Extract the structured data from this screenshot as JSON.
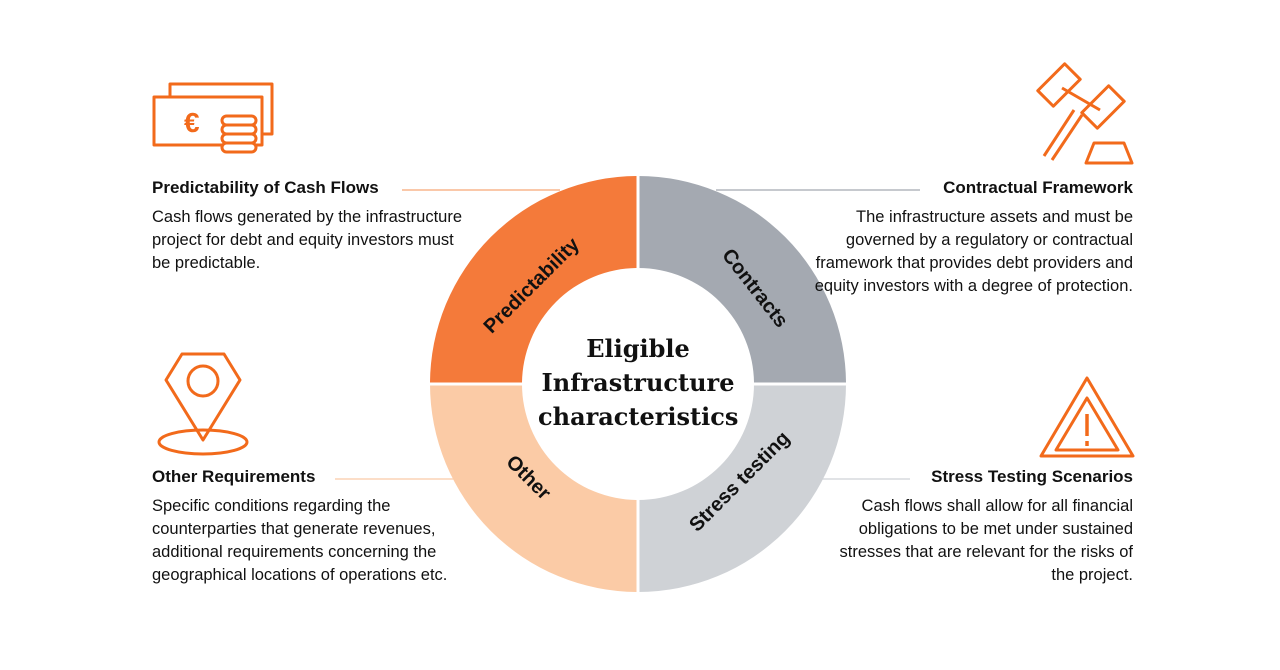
{
  "center": {
    "line1": "Eligible",
    "line2": "Infrastructure",
    "line3": "characteristics"
  },
  "segments": {
    "tl": {
      "label": "Predictability",
      "color": "#f47a3a"
    },
    "tr": {
      "label": "Contracts",
      "color": "#a4a9b1"
    },
    "br": {
      "label": "Stress testing",
      "color": "#cfd2d6"
    },
    "bl": {
      "label": "Other",
      "color": "#fbcba6"
    }
  },
  "blocks": {
    "tl": {
      "title": "Predictability of Cash Flows",
      "text": "Cash flows generated by the infrastructure project for debt and equity investors must be predictable."
    },
    "tr": {
      "title": "Contractual Framework",
      "text": "The infrastructure assets and must be governed by a regulatory or contractual framework that provides debt providers and equity investors with a degree of protection."
    },
    "bl": {
      "title": "Other Requirements",
      "text": "Specific conditions regarding the counterparties that generate revenues, additional requirements concerning the geographical locations of operations etc."
    },
    "br": {
      "title": "Stress Testing Scenarios",
      "text": "Cash flows shall allow for all financial obligations to be met under sustained stresses that are relevant for the risks of the project."
    }
  },
  "icons": {
    "tl": "cash-euro-coins-icon",
    "tr": "gavel-icon",
    "bl": "location-pin-icon",
    "br": "warning-triangle-icon"
  },
  "accent": "#f26a1b"
}
